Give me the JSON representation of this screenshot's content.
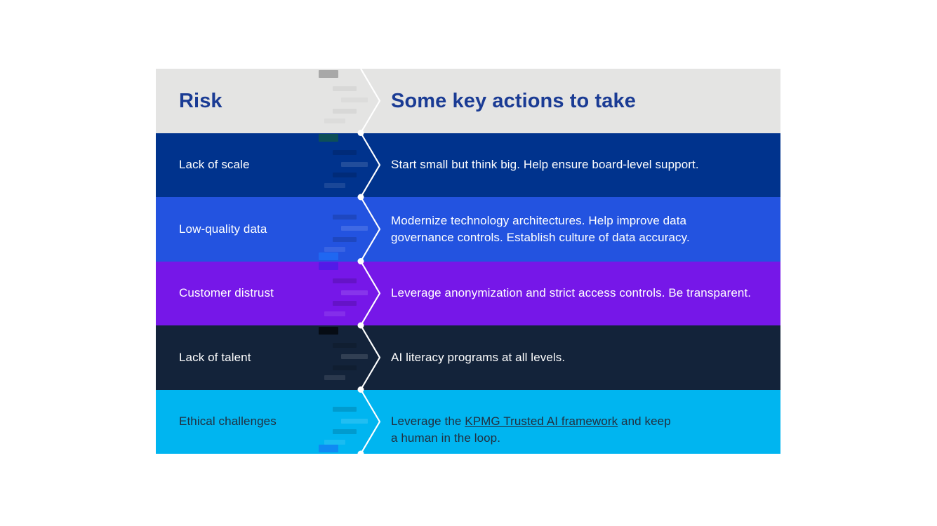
{
  "table": {
    "header": {
      "risk_label": "Risk",
      "actions_label": "Some key actions to take",
      "bg": "#E4E4E3",
      "fg": "#1A3B94"
    },
    "rows": [
      {
        "risk": "Lack of scale",
        "action": "Start small but think big. Help ensure board-level support.",
        "bg": "#00338D",
        "fg": "#FFFFFF"
      },
      {
        "risk": "Low-quality data",
        "action": "Modernize technology architectures. Help improve data\ngovernance controls. Establish culture of data accuracy.",
        "bg": "#2353E0",
        "fg": "#FFFFFF"
      },
      {
        "risk": "Customer distrust",
        "action": "Leverage anonymization and strict access controls. Be transparent.",
        "bg": "#7617E8",
        "fg": "#FFFFFF"
      },
      {
        "risk": "Lack of talent",
        "action": "AI literacy programs at all levels.",
        "bg": "#13233A",
        "fg": "#FFFFFF"
      },
      {
        "risk": "Ethical challenges",
        "action_before": "Leverage the ",
        "action_link": "KPMG Trusted AI framework",
        "action_after": " and keep\na human in the loop.",
        "bg": "#00B5F0",
        "fg": "#213040"
      }
    ],
    "divider_color": "#FFFFFF"
  }
}
